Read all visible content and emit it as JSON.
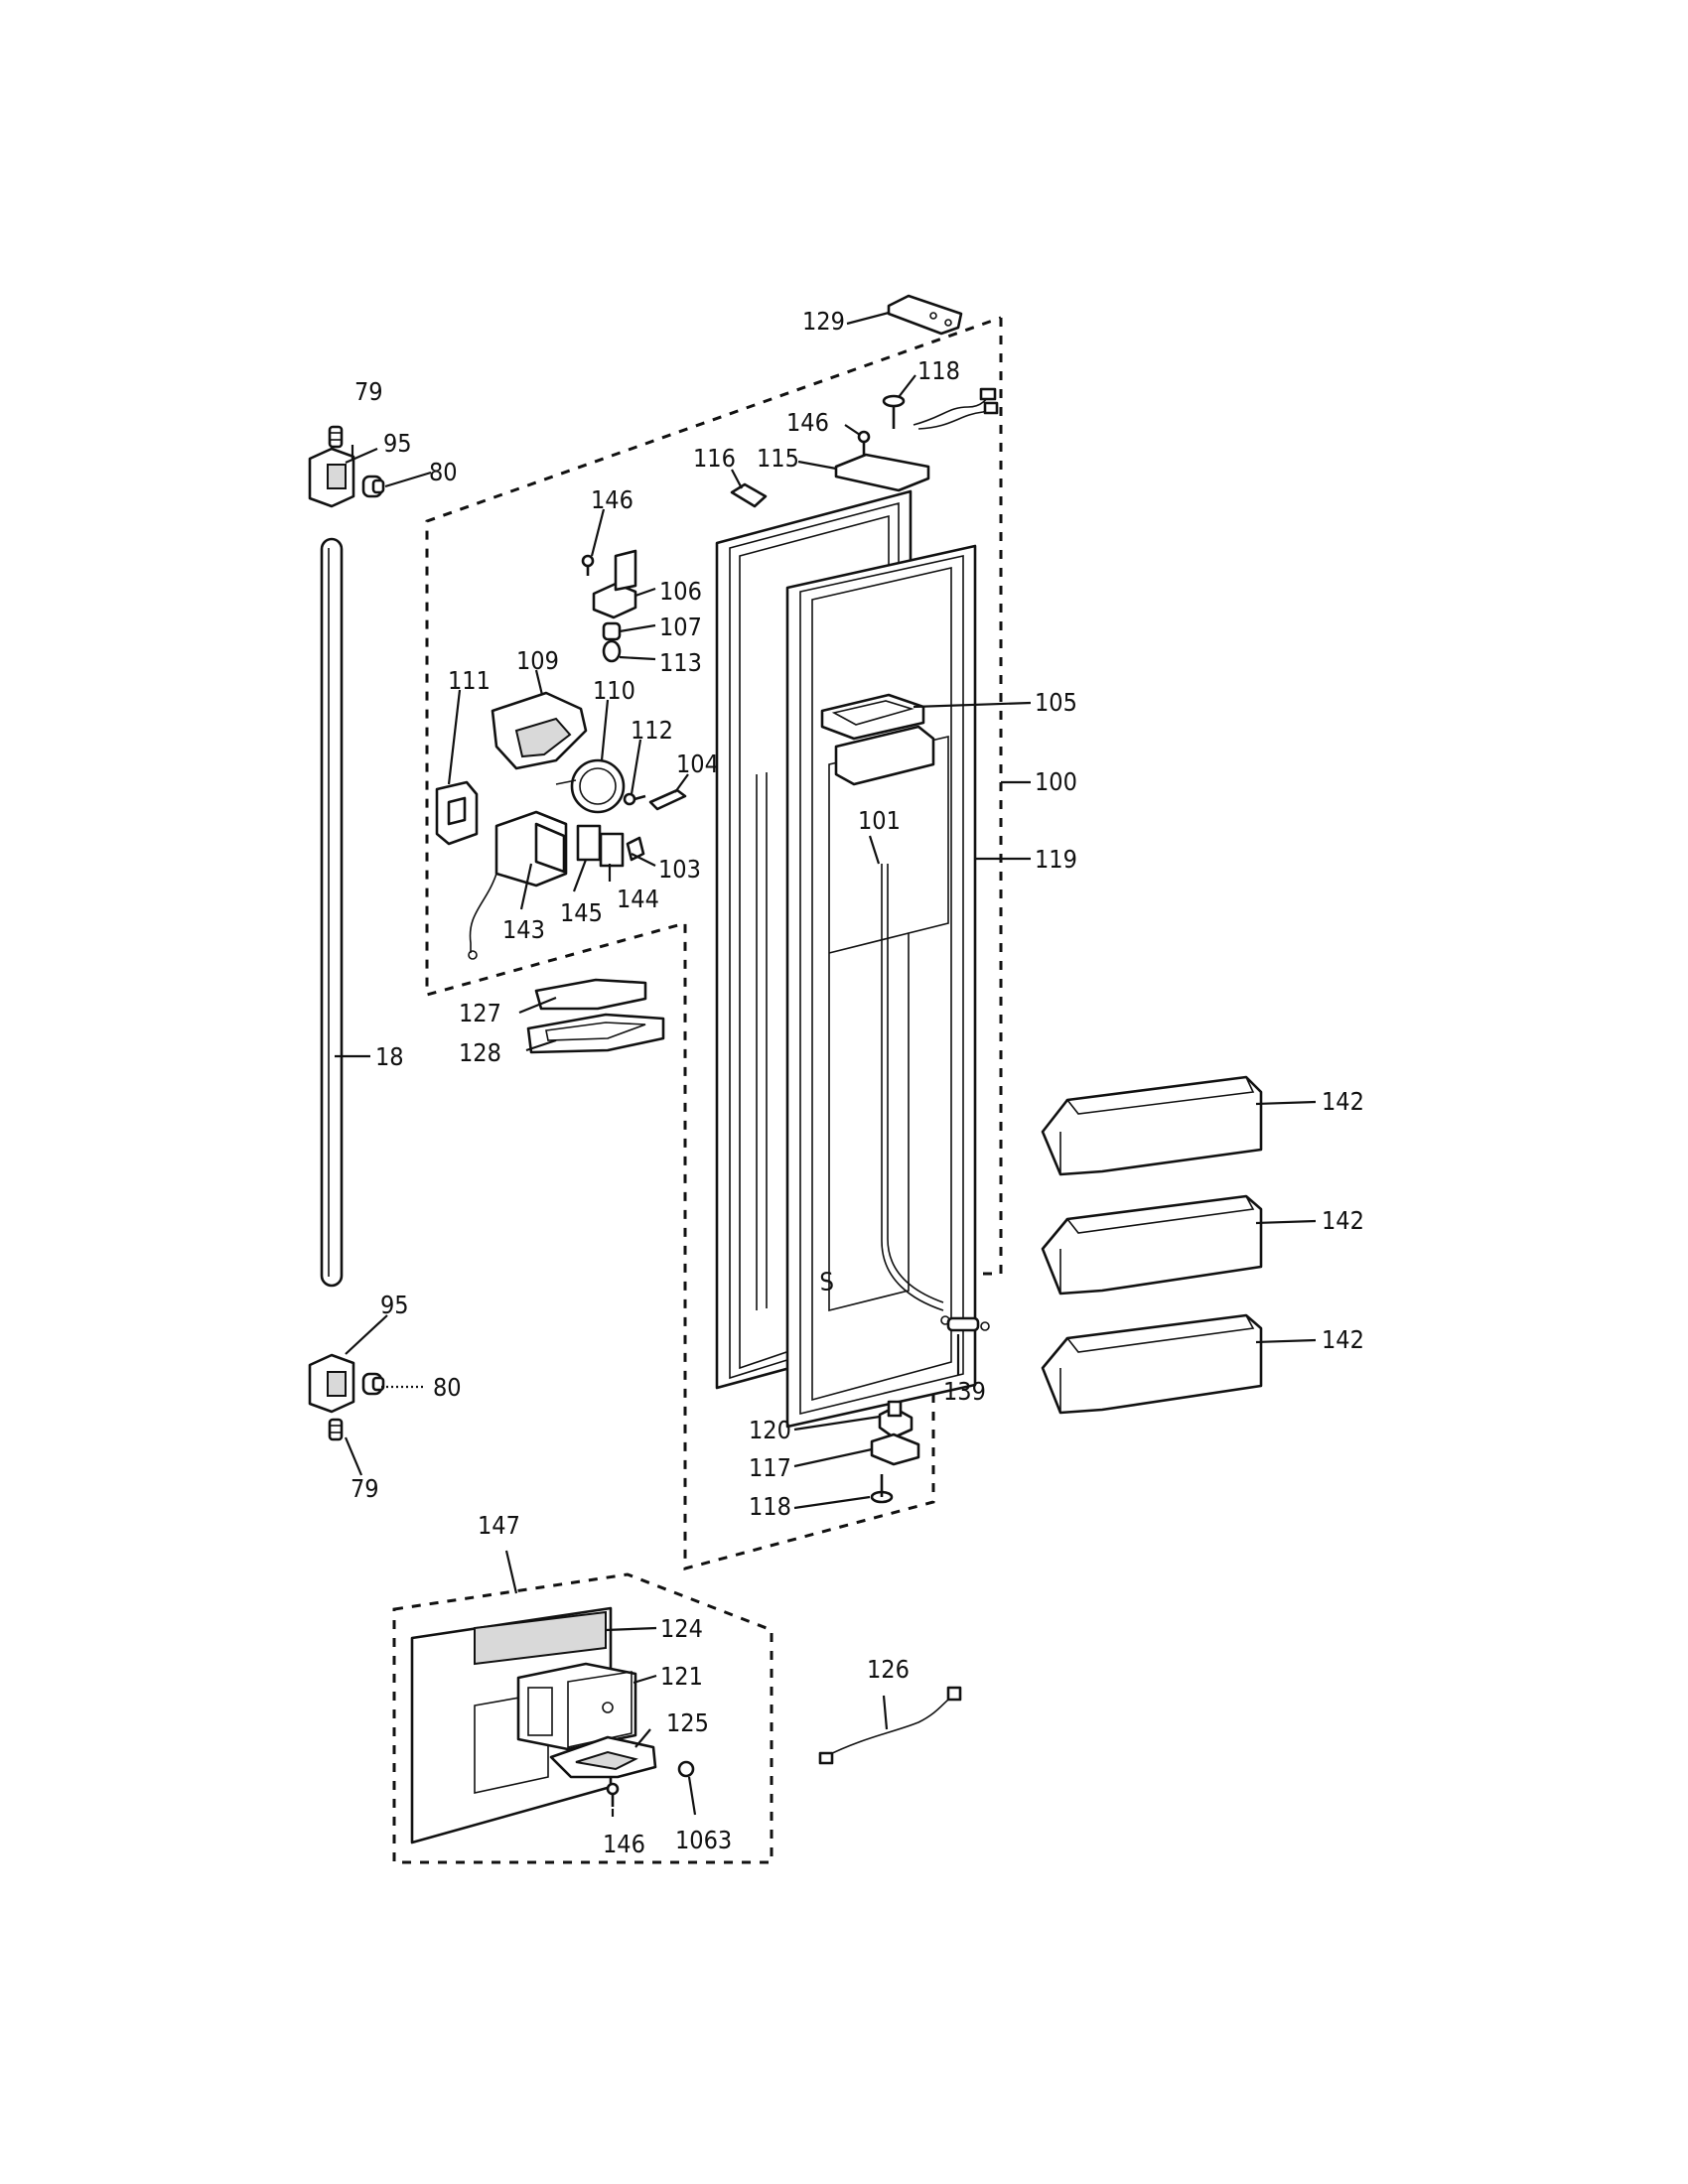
{
  "diagram": {
    "type": "exploded-parts-view",
    "colors": {
      "ink": "#111111",
      "paper": "#ffffff",
      "shade": "#d9d9d9"
    },
    "callouts": [
      {
        "id": "c-129",
        "text": "129"
      },
      {
        "id": "c-118-top",
        "text": "118"
      },
      {
        "id": "c-146-top",
        "text": "146"
      },
      {
        "id": "c-116",
        "text": "116"
      },
      {
        "id": "c-115",
        "text": "115"
      },
      {
        "id": "c-79-top",
        "text": "79"
      },
      {
        "id": "c-95-top",
        "text": "95"
      },
      {
        "id": "c-80-top",
        "text": "80"
      },
      {
        "id": "c-146-mid",
        "text": "146"
      },
      {
        "id": "c-106",
        "text": "106"
      },
      {
        "id": "c-107",
        "text": "107"
      },
      {
        "id": "c-113",
        "text": "113"
      },
      {
        "id": "c-111",
        "text": "111"
      },
      {
        "id": "c-109",
        "text": "109"
      },
      {
        "id": "c-110",
        "text": "110"
      },
      {
        "id": "c-112",
        "text": "112"
      },
      {
        "id": "c-104",
        "text": "104"
      },
      {
        "id": "c-103",
        "text": "103"
      },
      {
        "id": "c-144",
        "text": "144"
      },
      {
        "id": "c-145",
        "text": "145"
      },
      {
        "id": "c-143",
        "text": "143"
      },
      {
        "id": "c-105",
        "text": "105"
      },
      {
        "id": "c-100",
        "text": "100"
      },
      {
        "id": "c-101",
        "text": "101"
      },
      {
        "id": "c-119",
        "text": "119"
      },
      {
        "id": "c-127",
        "text": "127"
      },
      {
        "id": "c-128",
        "text": "128"
      },
      {
        "id": "c-18",
        "text": "18"
      },
      {
        "id": "c-142-a",
        "text": "142"
      },
      {
        "id": "c-142-b",
        "text": "142"
      },
      {
        "id": "c-142-c",
        "text": "142"
      },
      {
        "id": "c-95-bot",
        "text": "95"
      },
      {
        "id": "c-80-bot",
        "text": "80"
      },
      {
        "id": "c-79-bot",
        "text": "79"
      },
      {
        "id": "c-139",
        "text": "139"
      },
      {
        "id": "c-120",
        "text": "120"
      },
      {
        "id": "c-117",
        "text": "117"
      },
      {
        "id": "c-118-bot",
        "text": "118"
      },
      {
        "id": "c-147",
        "text": "147"
      },
      {
        "id": "c-124",
        "text": "124"
      },
      {
        "id": "c-121",
        "text": "121"
      },
      {
        "id": "c-125",
        "text": "125"
      },
      {
        "id": "c-146-bot",
        "text": "146"
      },
      {
        "id": "c-1063",
        "text": "1063"
      },
      {
        "id": "c-126",
        "text": "126"
      }
    ]
  }
}
